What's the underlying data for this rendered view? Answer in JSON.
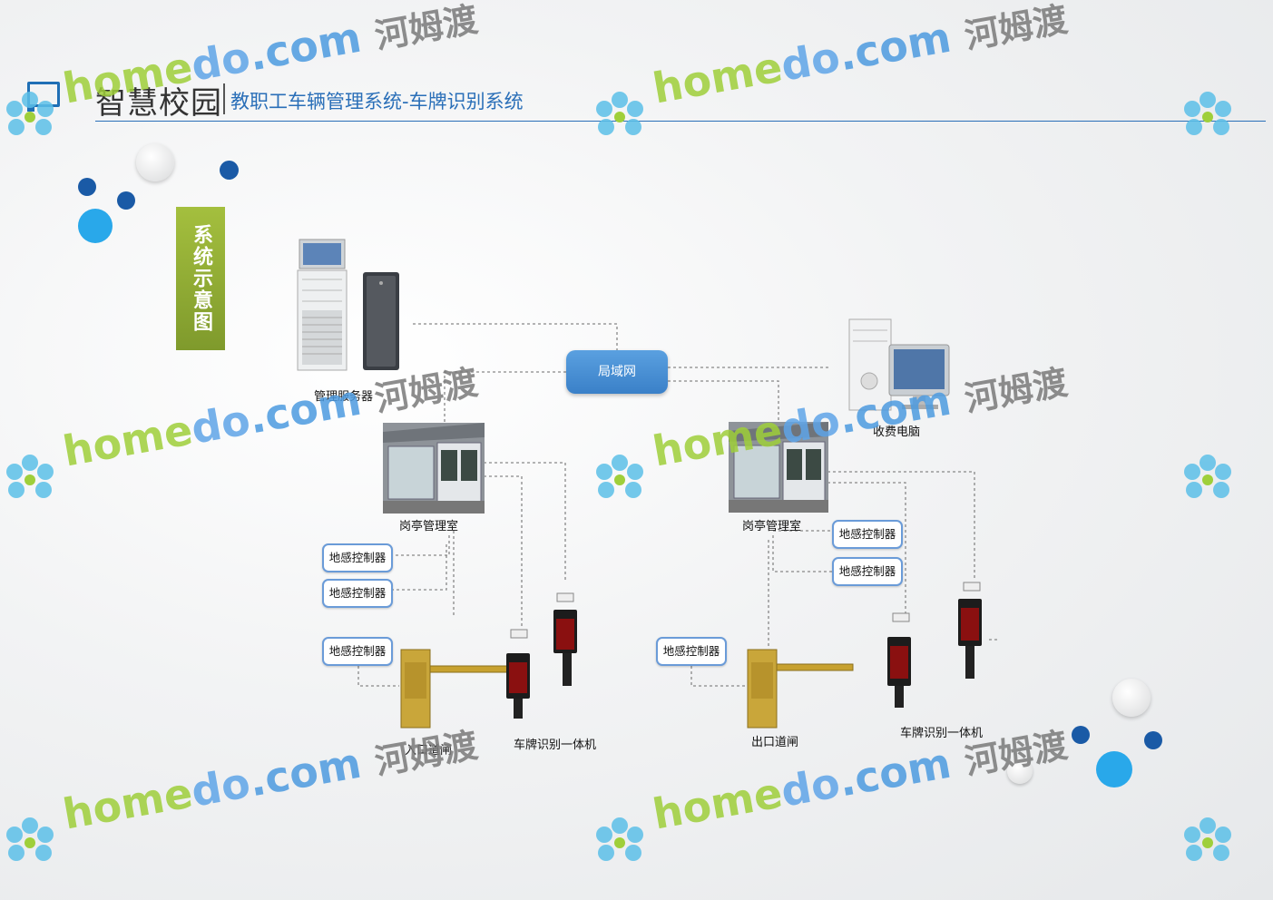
{
  "header": {
    "title_main": "智慧校园",
    "title_sub": "教职工车辆管理系统-车牌识别系统"
  },
  "side_label": "系统示意图",
  "nodes": {
    "server": "管理服务器",
    "lan": "局域网",
    "billing_pc": "收费电脑",
    "booth_left": "岗亭管理室",
    "booth_right": "岗亭管理室",
    "entrance_gate": "入口道闸",
    "exit_gate": "出口道闸",
    "lpr_left": "车牌识别一体机",
    "lpr_right": "车牌识别一体机"
  },
  "sensors": {
    "left_1": "地感控制器",
    "left_2": "地感控制器",
    "left_3": "地感控制器",
    "right_1": "地感控制器",
    "right_2": "地感控制器",
    "right_3": "地感控制器"
  },
  "watermark": {
    "home": "home",
    "do": "do",
    "com": ".com",
    "cn": "河姆渡"
  },
  "colors": {
    "accent_blue": "#2a6fb8",
    "side_green": "#8fab34",
    "lan_blue": "#4a90d6"
  }
}
